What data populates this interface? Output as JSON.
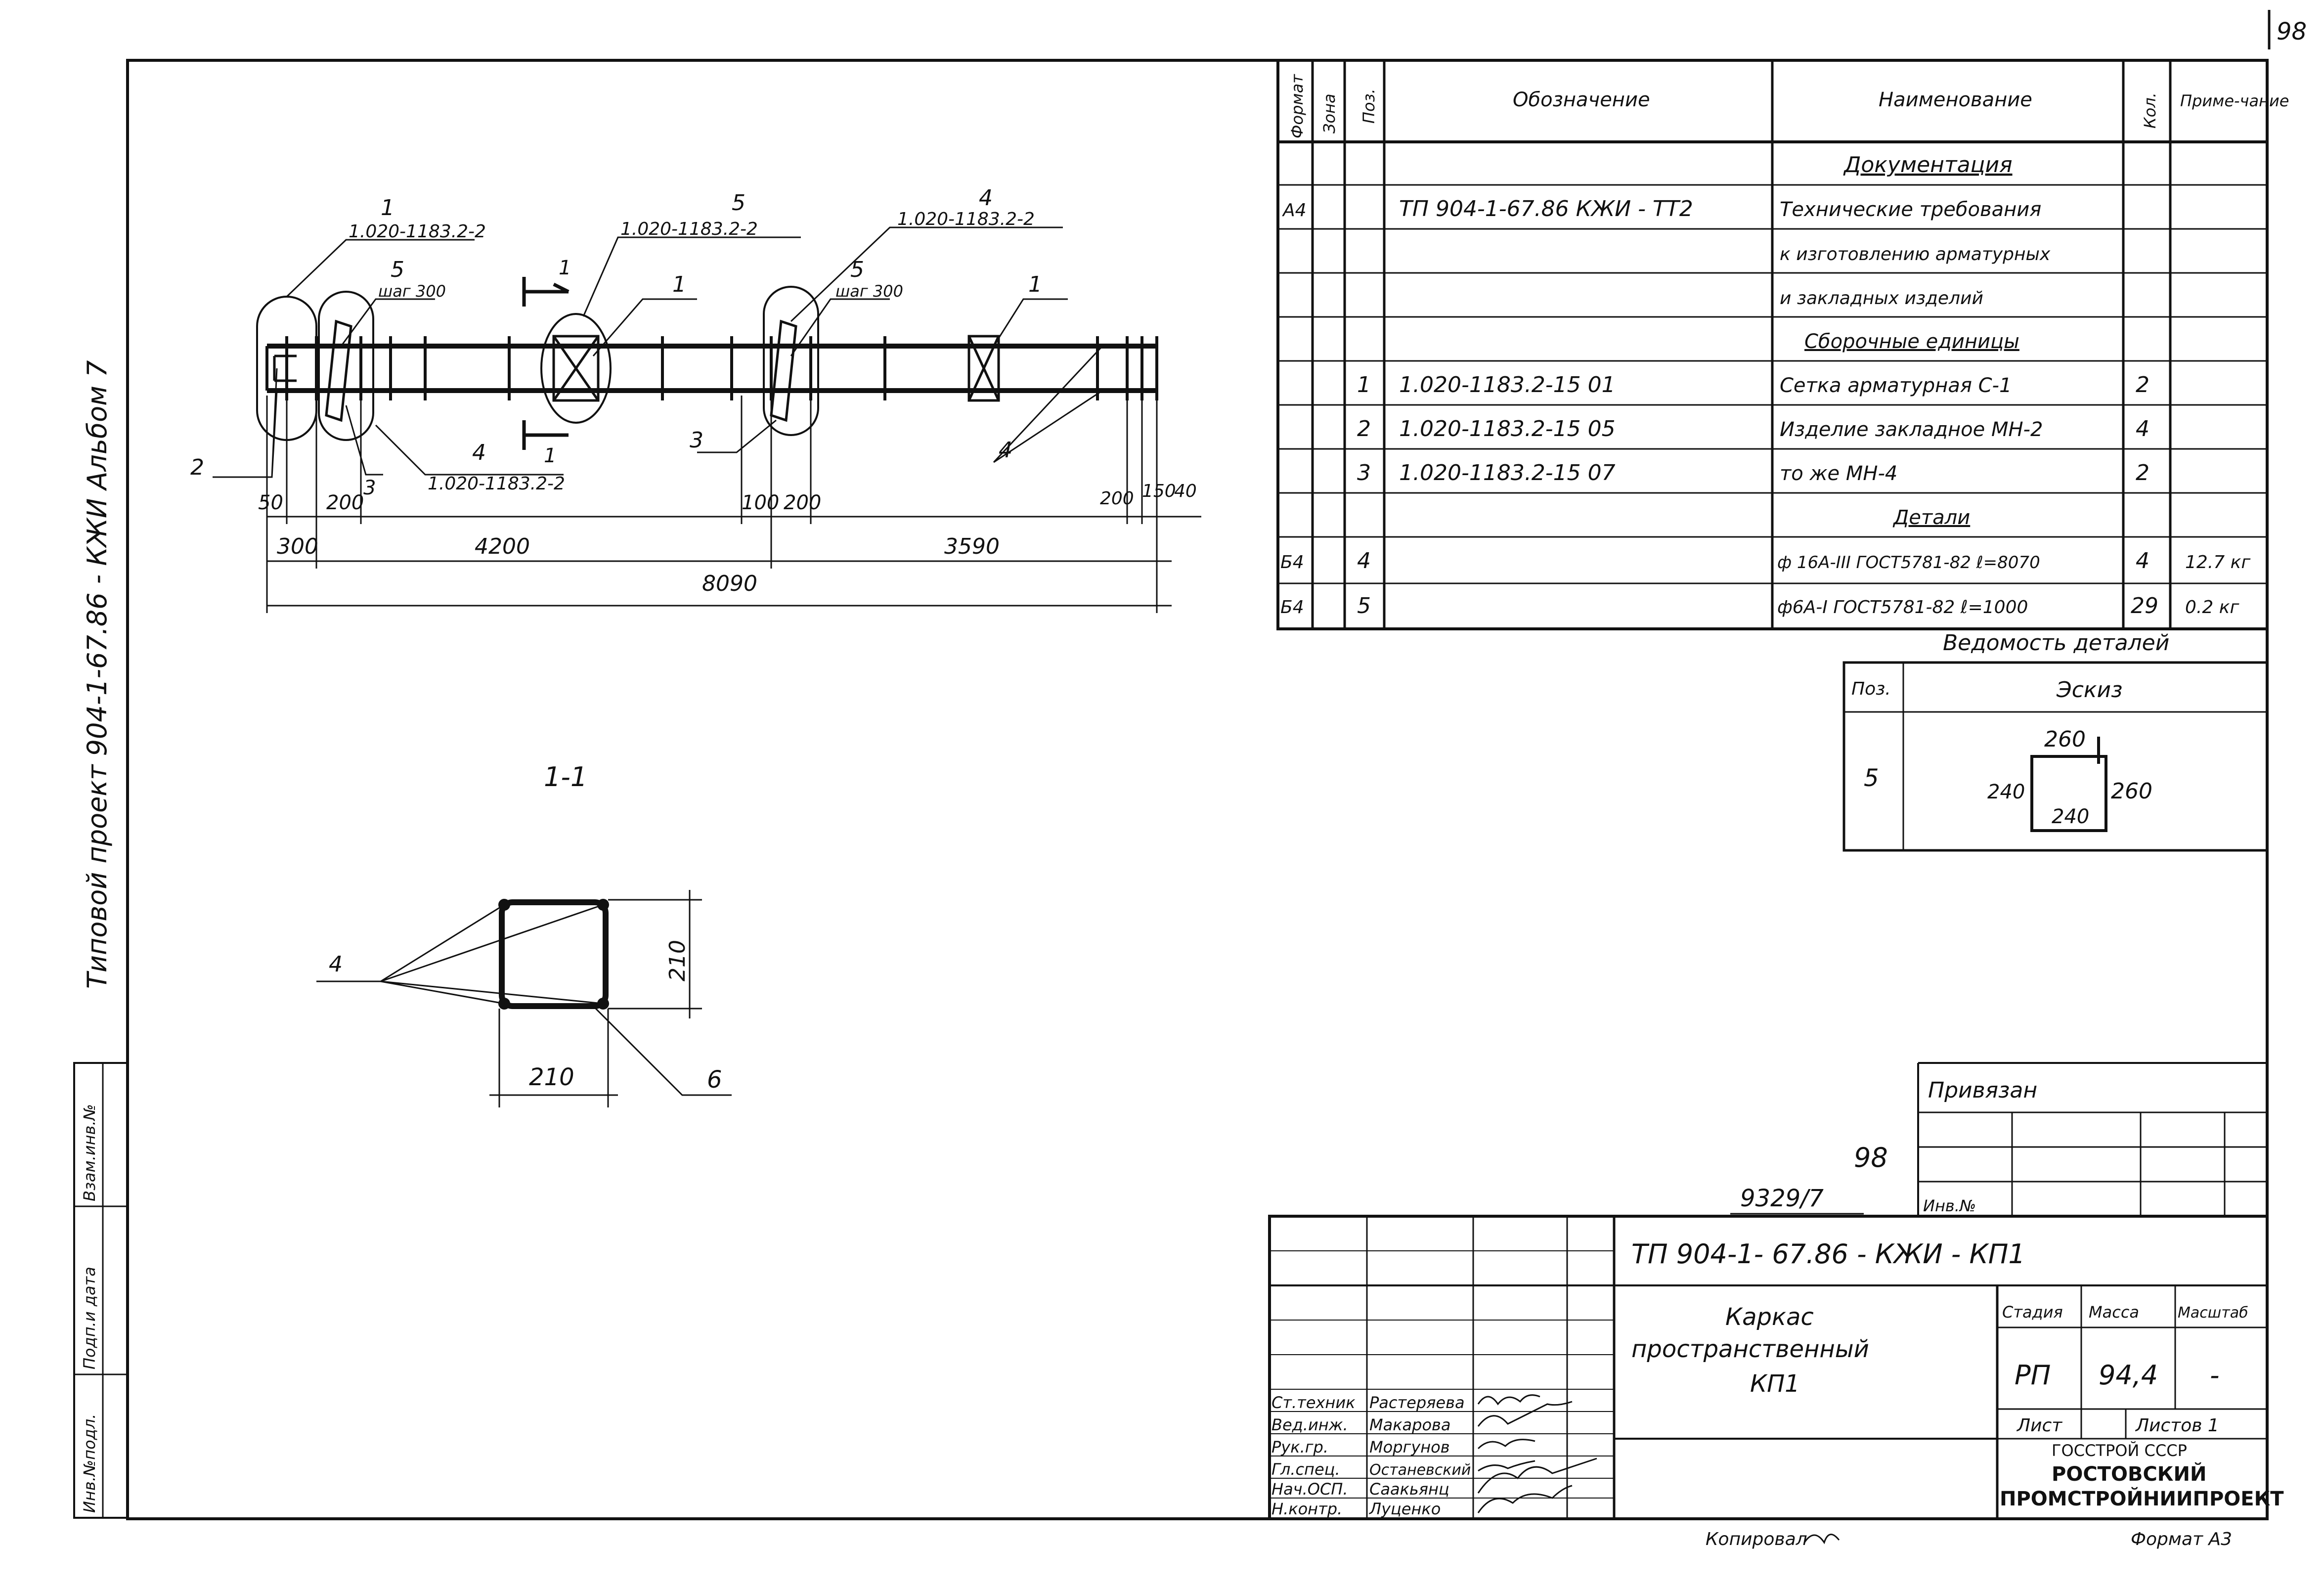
{
  "page_number": "98",
  "side_strip": {
    "title_line": "Типовой   проект   904-1-67.86 - КЖИ   Альбом 7",
    "boxes": [
      "Инв.№подл.",
      "Подп.и дата",
      "Взам.инв.№"
    ]
  },
  "drawing": {
    "callouts": {
      "pos1_top": "1",
      "pos1_ref": "1.020-1183.2-2",
      "pos5_top": "5",
      "pos5_ref": "1.020-1183.2-2",
      "pos4_top": "4",
      "pos4_ref": "1.020-1183.2-2",
      "pos5_left": "5",
      "pos5_left_step": "шаг 300",
      "pos5_right": "5",
      "pos5_right_step": "шаг 300",
      "pos1_mid": "1",
      "pos1_right": "1",
      "pos2": "2",
      "pos3_left": "3",
      "pos3_mid": "3",
      "pos4_bottom": "4",
      "pos4_bottom_ref": "1.020-1183.2-2",
      "pos4_right": "4",
      "section_mark": "1"
    },
    "dimensions": {
      "d50": "50",
      "d200_a": "200",
      "d300": "300",
      "d4200": "4200",
      "d100": "100",
      "d200_b": "200",
      "d3590": "3590",
      "d200_c": "200",
      "d150": "150",
      "d40": "40",
      "d8090": "8090"
    },
    "section": {
      "title": "1-1",
      "bar_label": "4",
      "width": "210",
      "height": "210",
      "stirrup_label": "6"
    }
  },
  "spec_table": {
    "headers": {
      "format": "Формат",
      "zone": "Зона",
      "pos": "Поз.",
      "designation": "Обозначение",
      "name": "Наименование",
      "qty": "Кол.",
      "note": "Приме-чание"
    },
    "rows": [
      {
        "format": "",
        "zone": "",
        "pos": "",
        "designation": "",
        "name": "Документация",
        "qty": "",
        "note": "",
        "heading": true
      },
      {
        "format": "А4",
        "zone": "",
        "pos": "",
        "designation": "ТП 904-1-67.86 КЖИ - ТТ2",
        "name": "Технические требования",
        "qty": "",
        "note": ""
      },
      {
        "format": "",
        "zone": "",
        "pos": "",
        "designation": "",
        "name": "к изготовлению арматурных",
        "qty": "",
        "note": ""
      },
      {
        "format": "",
        "zone": "",
        "pos": "",
        "designation": "",
        "name": "и закладных изделий",
        "qty": "",
        "note": ""
      },
      {
        "format": "",
        "zone": "",
        "pos": "",
        "designation": "",
        "name": "Сборочные единицы",
        "qty": "",
        "note": "",
        "heading": true
      },
      {
        "format": "",
        "zone": "",
        "pos": "1",
        "designation": "1.020-1183.2-15   01",
        "name": "Сетка арматурная С-1",
        "qty": "2",
        "note": ""
      },
      {
        "format": "",
        "zone": "",
        "pos": "2",
        "designation": "1.020-1183.2-15   05",
        "name": "Изделие закладное МН-2",
        "qty": "4",
        "note": ""
      },
      {
        "format": "",
        "zone": "",
        "pos": "3",
        "designation": "1.020-1183.2-15   07",
        "name": "то же                 МН-4",
        "qty": "2",
        "note": ""
      },
      {
        "format": "",
        "zone": "",
        "pos": "",
        "designation": "",
        "name": "Детали",
        "qty": "",
        "note": "",
        "heading": true
      },
      {
        "format": "Б4",
        "zone": "",
        "pos": "4",
        "designation": "",
        "name": "ф 16А-III ГОСТ5781-82 ℓ=8070",
        "qty": "4",
        "note": "12.7 кг"
      },
      {
        "format": "Б4",
        "zone": "",
        "pos": "5",
        "designation": "",
        "name": "ф6А-I ГОСТ5781-82 ℓ=1000",
        "qty": "29",
        "note": "0.2 кг"
      }
    ]
  },
  "details_sheet": {
    "title": "Ведомость деталей",
    "col_pos": "Поз.",
    "col_sketch": "Эскиз",
    "row_pos": "5",
    "dim_top": "260",
    "dim_left": "240",
    "dim_right": "260",
    "dim_bottom": "240"
  },
  "bindings": {
    "label": "Привязан",
    "inv_label": "Инв.№",
    "handwritten_number": "98",
    "inventory": "9329/7"
  },
  "title_block": {
    "code": "ТП 904-1- 67.86 - КЖИ - КП1",
    "name_line1": "Каркас",
    "name_line2": "пространственный",
    "name_line3": "КП1",
    "stage_label": "Стадия",
    "mass_label": "Масса",
    "scale_label": "Масштаб",
    "stage": "РП",
    "mass": "94,4",
    "scale": "-",
    "sheet_label": "Лист",
    "sheets_label": "Листов 1",
    "org_line1": "ГОССТРОЙ СССР",
    "org_line2": "РОСТОВСКИЙ",
    "org_line3": "ПРОМСТРОЙНИИПРОЕКТ",
    "staff": [
      {
        "role": "Ст.техник",
        "name": "Растеряева"
      },
      {
        "role": "Вед.инж.",
        "name": "Макарова"
      },
      {
        "role": "Рук.гр.",
        "name": "Моргунов"
      },
      {
        "role": "Гл.спец.",
        "name": "Останевский"
      },
      {
        "role": "Нач.ОСП.",
        "name": "Саакьянц"
      },
      {
        "role": "Н.контр.",
        "name": "Луценко"
      }
    ]
  },
  "footer": {
    "copied": "Копировал",
    "format": "Формат А3"
  }
}
